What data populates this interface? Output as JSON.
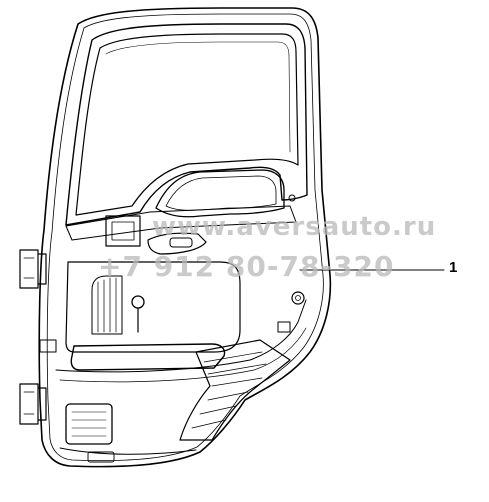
{
  "diagram": {
    "subject": "door-assembly",
    "callouts": [
      {
        "number": "1"
      }
    ]
  },
  "watermark": {
    "url": "www.aversauto.ru",
    "phone": "+7 912 80-78-320"
  },
  "colors": {
    "line": "#000000",
    "background": "#ffffff",
    "watermark": "#b9b9b9"
  }
}
